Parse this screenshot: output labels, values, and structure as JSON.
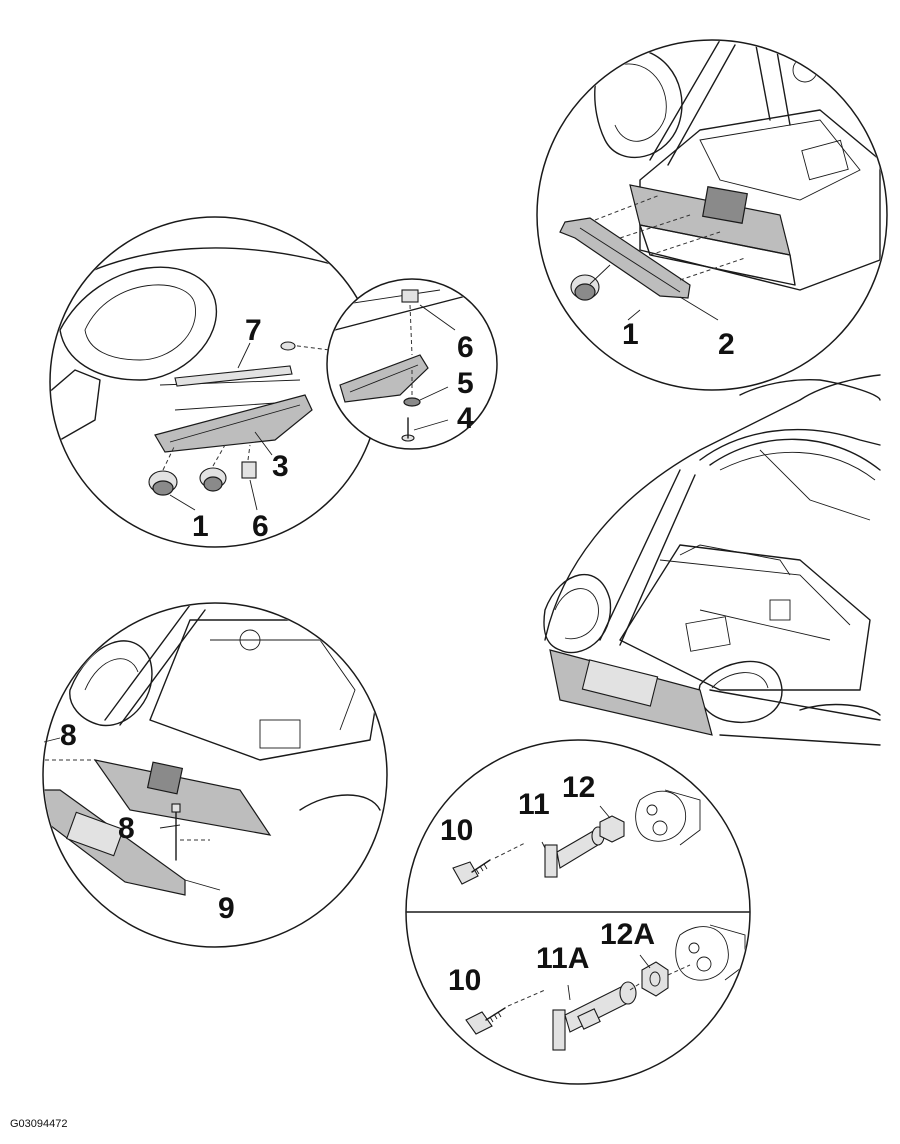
{
  "figure_id": "G03094472",
  "callouts": {
    "c1a": "1",
    "c2": "2",
    "c7": "7",
    "c6a": "6",
    "c5": "5",
    "c4": "4",
    "c3": "3",
    "c1b": "1",
    "c6b": "6",
    "c8a": "8",
    "c8b": "8",
    "c9": "9",
    "c10a": "10",
    "c11": "11",
    "c12": "12",
    "c10b": "10",
    "c11a": "11A",
    "c12a": "12A"
  },
  "icons": [
    "retainer-clip-icon",
    "bolt-icon",
    "bracket-icon",
    "gasket-icon",
    "nut-icon"
  ]
}
